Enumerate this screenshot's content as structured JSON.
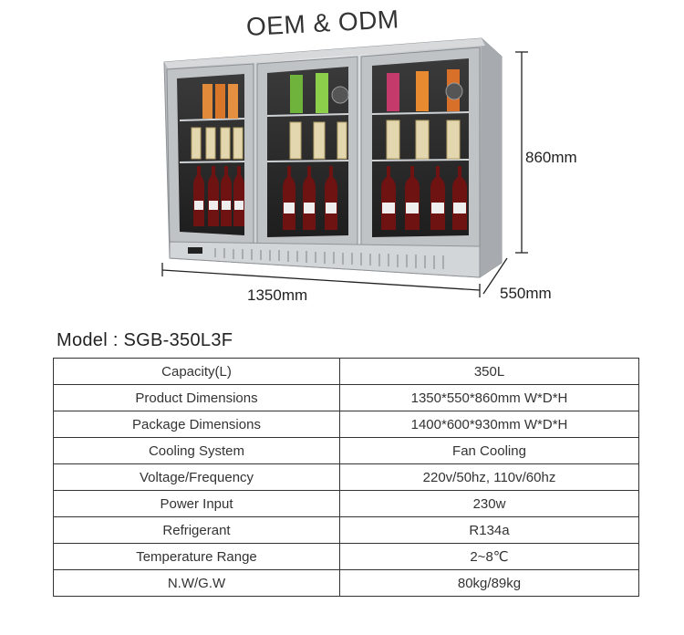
{
  "headline": "OEM & ODM",
  "dimensions": {
    "height": "860mm",
    "width": "1350mm",
    "depth": "550mm"
  },
  "model": "Model : SGB-350L3F",
  "specs": [
    {
      "label": "Capacity(L)",
      "value": "350L"
    },
    {
      "label": "Product Dimensions",
      "value": "1350*550*860mm W*D*H"
    },
    {
      "label": "Package Dimensions",
      "value": "1400*600*930mm W*D*H"
    },
    {
      "label": "Cooling System",
      "value": "Fan Cooling"
    },
    {
      "label": "Voltage/Frequency",
      "value": "220v/50hz, 110v/60hz"
    },
    {
      "label": "Power Input",
      "value": "230w"
    },
    {
      "label": "Refrigerant",
      "value": "R134a"
    },
    {
      "label": "Temperature Range",
      "value": "2~8℃"
    },
    {
      "label": "N.W/G.W",
      "value": "80kg/89kg"
    }
  ],
  "colors": {
    "steel": "#c9cccf",
    "glass": "#2b2b2b",
    "bottle": "#7a1414"
  }
}
